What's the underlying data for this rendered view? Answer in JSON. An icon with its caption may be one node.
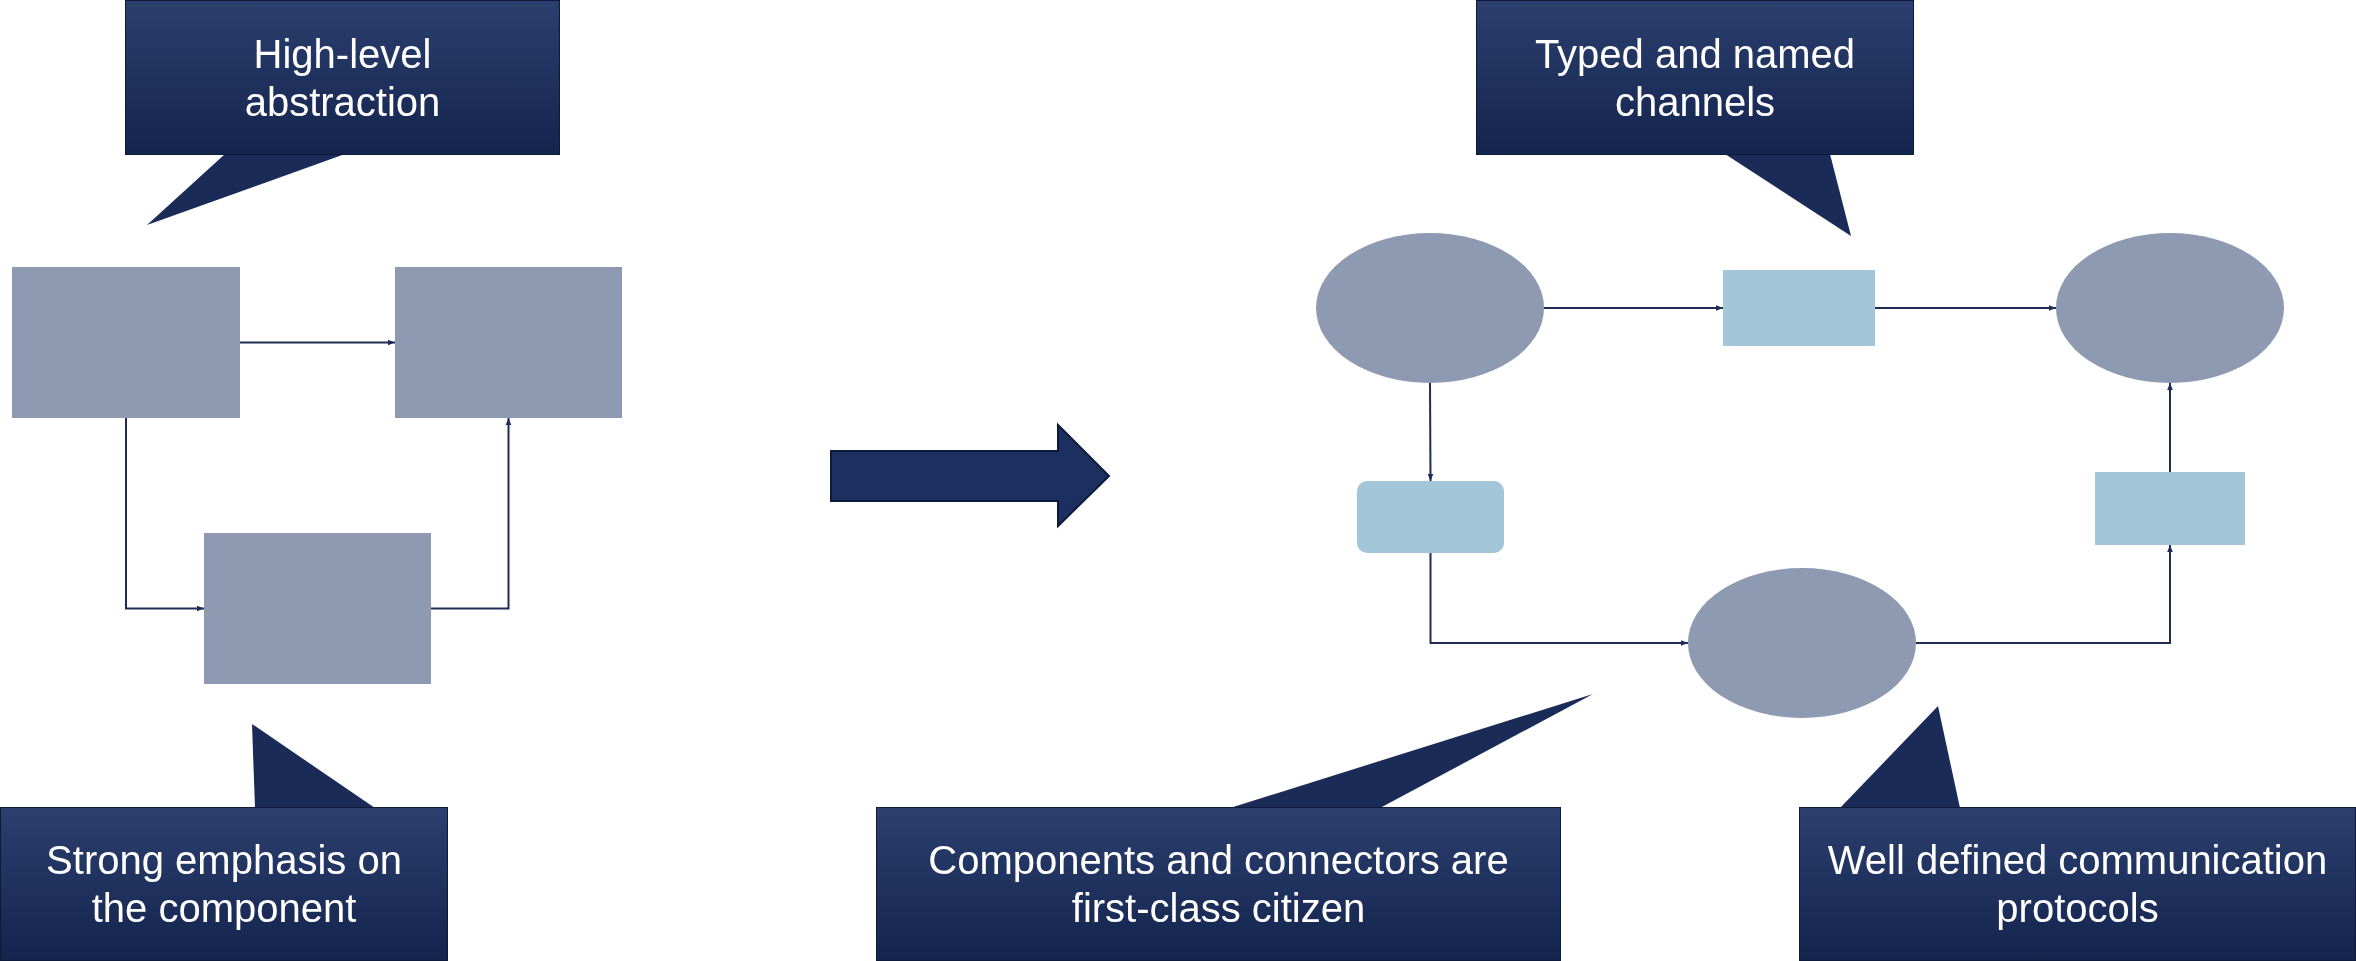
{
  "diagram": {
    "nodes": [
      {
        "text": [],
        "shape": "box"
      },
      {
        "text": [],
        "shape": "box"
      },
      {
        "text": [],
        "shape": "box"
      },
      {
        "text": [
          "High-level abstraction"
        ]
      },
      {
        "text": [
          "Strong emphasis on the component"
        ]
      },
      {
        "text": [],
        "shape": "ellipse"
      },
      {
        "text": [],
        "shape": "box"
      },
      {
        "text": [],
        "shape": "ellipse"
      },
      {
        "text": [],
        "shape": "box"
      },
      {
        "text": [],
        "shape": "ellipse"
      },
      {
        "text": [],
        "shape": "box"
      },
      {
        "text": [
          "Typed and named channels"
        ]
      },
      {
        "text": [
          "Components and connectors are first-class citizen"
        ]
      },
      {
        "text": [
          "Well defined communication protocols"
        ]
      }
    ],
    "edges": [
      {
        "from": 0,
        "to": 1,
        "arrow": "to"
      },
      {
        "from": 0,
        "to": 2,
        "arrow": "to"
      },
      {
        "from": 2,
        "to": 1,
        "arrow": "to"
      },
      {
        "from": 5,
        "to": 6,
        "arrow": "to"
      },
      {
        "from": 6,
        "to": 7,
        "arrow": "to"
      },
      {
        "from": 5,
        "to": 8,
        "arrow": "to"
      },
      {
        "from": 8,
        "to": 9,
        "arrow": "to"
      },
      {
        "from": 9,
        "to": 10,
        "arrow": "to"
      },
      {
        "from": 10,
        "to": 7,
        "arrow": "to"
      }
    ]
  }
}
